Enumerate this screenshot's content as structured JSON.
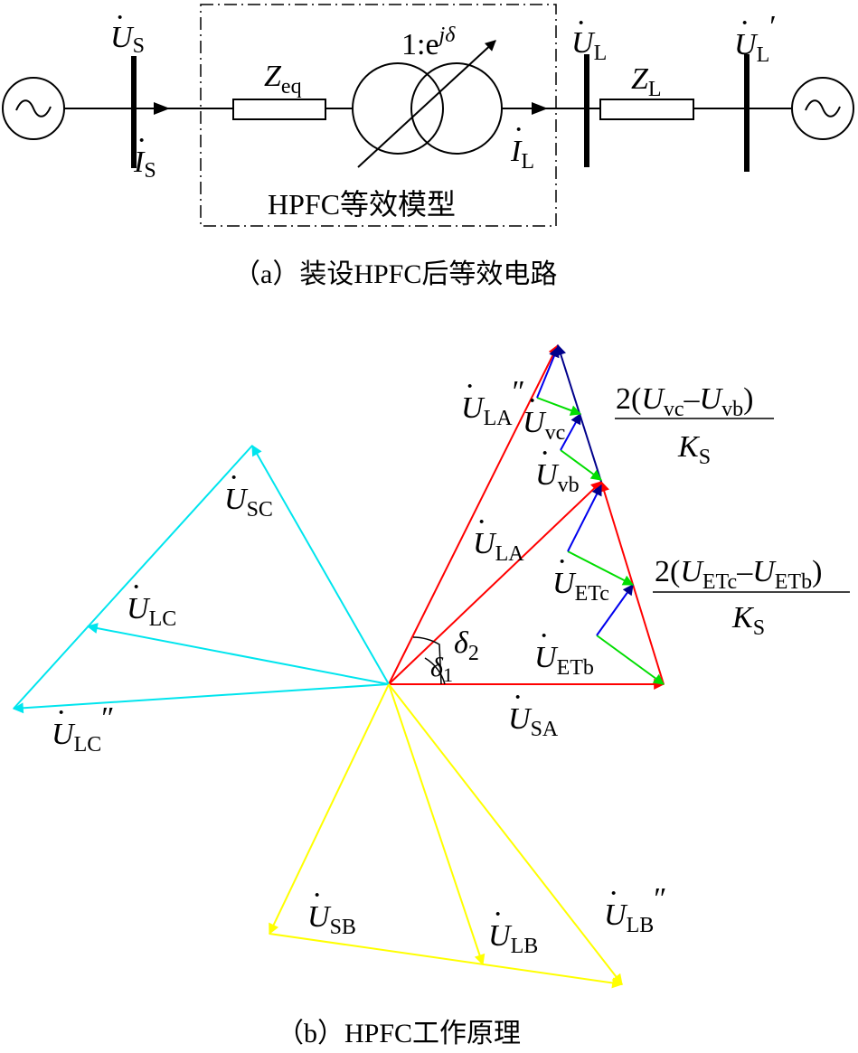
{
  "circuit": {
    "us": {
      "sym": "U",
      "sub": "S"
    },
    "is": {
      "sym": "I",
      "sub": "S"
    },
    "zeq": {
      "sym": "Z",
      "sub": "eq"
    },
    "ratio": {
      "base": "1:e",
      "sup": "jδ"
    },
    "ul": {
      "sym": "U",
      "sub": "L"
    },
    "il": {
      "sym": "I",
      "sub": "L"
    },
    "zl": {
      "sym": "Z",
      "sub": "L"
    },
    "ulp": {
      "sym": "U",
      "sub": "L",
      "prime": "′"
    },
    "box_label": "HPFC等效模型",
    "caption": "（a）装设HPFC后等效电路"
  },
  "phasor": {
    "ula2": {
      "sym": "U",
      "sub": "LA",
      "prime": "″"
    },
    "uvc": {
      "sym": "U",
      "sub": "vc"
    },
    "uvb": {
      "sym": "U",
      "sub": "vb"
    },
    "ula": {
      "sym": "U",
      "sub": "LA"
    },
    "uetc": {
      "sym": "U",
      "sub": "ETc"
    },
    "uetb": {
      "sym": "U",
      "sub": "ETb"
    },
    "usa": {
      "sym": "U",
      "sub": "SA"
    },
    "d2": {
      "sym": "δ",
      "sub": "2"
    },
    "d1": {
      "sym": "δ",
      "sub": "1"
    },
    "usc": {
      "sym": "U",
      "sub": "SC"
    },
    "ulc": {
      "sym": "U",
      "sub": "LC"
    },
    "ulc2": {
      "sym": "U",
      "sub": "LC",
      "prime": "″"
    },
    "usb": {
      "sym": "U",
      "sub": "SB"
    },
    "ulb": {
      "sym": "U",
      "sub": "LB"
    },
    "ulb2": {
      "sym": "U",
      "sub": "LB",
      "prime": "″"
    },
    "frac1": {
      "pre": "2(",
      "a": "U",
      "asub": "vc",
      "minus": "–",
      "b": "U",
      "bsub": "vb",
      "post": ")",
      "den": "K",
      "densub": "S"
    },
    "frac2": {
      "pre": "2(",
      "a": "U",
      "asub": "ETc",
      "minus": "–",
      "b": "U",
      "bsub": "ETb",
      "post": ")",
      "den": "K",
      "densub": "S"
    },
    "caption": "（b）HPFC工作原理"
  },
  "colors": {
    "red": "#ff0000",
    "blue": "#00008b",
    "green": "#00dd00",
    "cyan": "#00e5ee",
    "yellow": "#ffff00",
    "black": "#000000"
  }
}
